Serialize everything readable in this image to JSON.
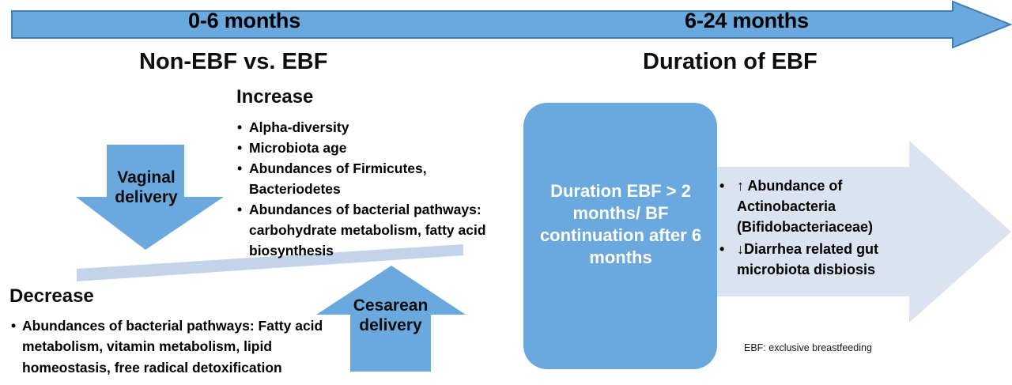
{
  "timeline": {
    "left_period": "0-6 months",
    "right_period": "6-24 months",
    "arrow_icon": "right-arrow-icon"
  },
  "left_panel": {
    "title": "Non-EBF vs. EBF",
    "increase": {
      "heading": "Increase",
      "items": [
        "Alpha-diversity",
        "Microbiota age",
        "Abundances of Firmicutes, Bacteriodetes",
        "Abundances of bacterial pathways: carbohydrate metabolism, fatty acid biosynthesis"
      ]
    },
    "decrease": {
      "heading": "Decrease",
      "items": [
        "Abundances of bacterial pathways: Fatty acid metabolism, vitamin metabolism, lipid homeostasis, free radical detoxification"
      ]
    },
    "vaginal_arrow": {
      "label": "Vaginal\ndelivery",
      "icon": "down-arrow-icon"
    },
    "cesarean_arrow": {
      "label": "Cesarean\ndelivery",
      "icon": "up-arrow-icon"
    },
    "balance_beam_icon": "tilted-balance-beam"
  },
  "right_panel": {
    "title": "Duration of EBF",
    "duration_box": {
      "text": "Duration EBF > 2 months/ BF continuation after 6 months"
    },
    "outcomes": [
      "↑ Abundance of Actinobacteria (Bifidobacteriaceae)",
      " ↓Diarrhea related gut microbiota disbiosis"
    ],
    "outcome_arrow_icon": "right-block-arrow-icon",
    "footnote": "EBF: exclusive breastfeeding"
  },
  "colors": {
    "primary_blue": "#6BA8DE",
    "blue_stroke": "#417EB5",
    "pale_blue": "#DCE3F0",
    "beam_blue": "#C3D4EA",
    "text_black": "#000000",
    "white": "#FFFFFF"
  }
}
